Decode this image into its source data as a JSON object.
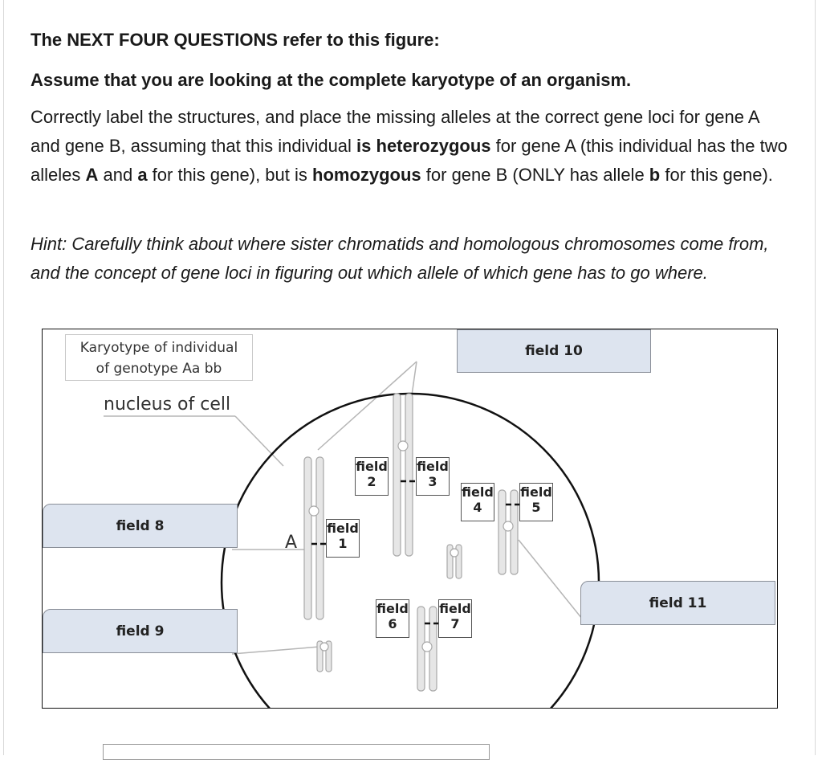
{
  "heading": "The NEXT FOUR QUESTIONS refer to this figure:",
  "assumption": "Assume that you are looking at the complete karyotype of an organism.",
  "instructions": {
    "part1": "Correctly label the structures, and place the missing alleles at the correct gene loci for gene A and gene B, assuming that this individual ",
    "bold1": "is heterozygous",
    "part2": " for gene A (this individual has the two alleles ",
    "bold2": "A",
    "part3": " and ",
    "bold3": "a",
    "part4": " for this gene), but is ",
    "bold4": "homozygous",
    "part5": " for gene B (ONLY has allele ",
    "bold5": "b",
    "part6": " for this gene)."
  },
  "hint": "Hint: Carefully think about where sister chromatids and homologous chromosomes come from, and the concept of gene loci in figuring out which allele of which gene has to go where.",
  "figure": {
    "title_line1": "Karyotype of individual",
    "title_line2": "of genotype Aa bb",
    "nucleus_label": "nucleus of cell",
    "allele_label": "A",
    "fields": {
      "f1": {
        "word": "field",
        "num": "1"
      },
      "f2": {
        "word": "field",
        "num": "2"
      },
      "f3": {
        "word": "field",
        "num": "3"
      },
      "f4": {
        "word": "field",
        "num": "4"
      },
      "f5": {
        "word": "field",
        "num": "5"
      },
      "f6": {
        "word": "field",
        "num": "6"
      },
      "f7": {
        "word": "field",
        "num": "7"
      },
      "f8": "field 8",
      "f9": "field 9",
      "f10": "field 10",
      "f11": "field 11"
    },
    "colors": {
      "chromosome_fill": "#e6e6e6",
      "chromosome_stroke": "#a8a8a8",
      "label_box_fill": "#dde4ef",
      "leader_line": "#b5b5b5"
    }
  }
}
